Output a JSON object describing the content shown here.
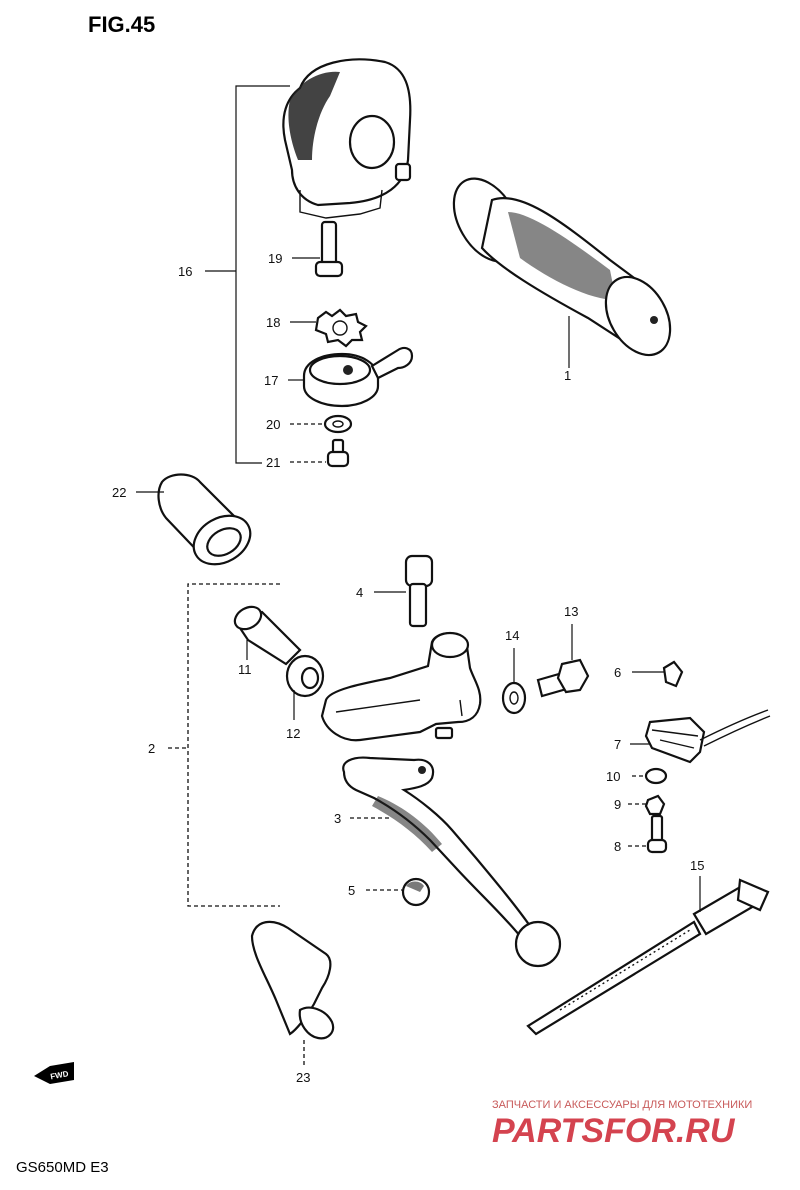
{
  "title": "FIG.45",
  "model": "GS650MD  E3",
  "watermark": {
    "caption": "ЗАПЧАСТИ И АКСЕССУАРЫ ДЛЯ МОТОТЕХНИКИ",
    "logo": "PARTSFOR.RU"
  },
  "fwd_label": "FWD",
  "callouts": {
    "p1": "1",
    "p2": "2",
    "p3": "3",
    "p4": "4",
    "p5": "5",
    "p6": "6",
    "p7": "7",
    "p8": "8",
    "p9": "9",
    "p10": "10",
    "p11": "11",
    "p12": "12",
    "p13": "13",
    "p14": "14",
    "p15": "15",
    "p16": "16",
    "p17": "17",
    "p18": "18",
    "p19": "19",
    "p20": "20",
    "p21": "21",
    "p22": "22",
    "p23": "23"
  }
}
